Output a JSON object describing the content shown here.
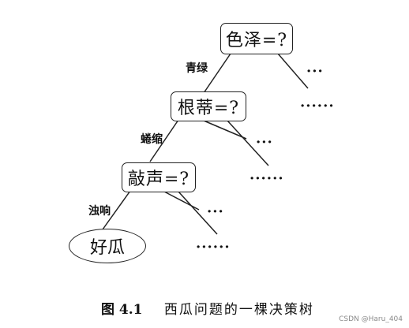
{
  "tree": {
    "root": {
      "label": "色泽=?",
      "branch_label": "青绿",
      "other_branch": "···"
    },
    "node2": {
      "label": "根蒂=?",
      "other_branch": "······",
      "branch_label": "蜷缩",
      "other_branch_2": "···"
    },
    "node3": {
      "label": "敲声=?",
      "other_branch": "······",
      "branch_label": "浊响",
      "other_branch_2": "···"
    },
    "leaf": {
      "label": "好瓜",
      "other_branch": "······"
    }
  },
  "caption": {
    "figure_number": "图 4.1",
    "title": "西瓜问题的一棵决策树"
  },
  "watermark": "CSDN @Haru_404"
}
